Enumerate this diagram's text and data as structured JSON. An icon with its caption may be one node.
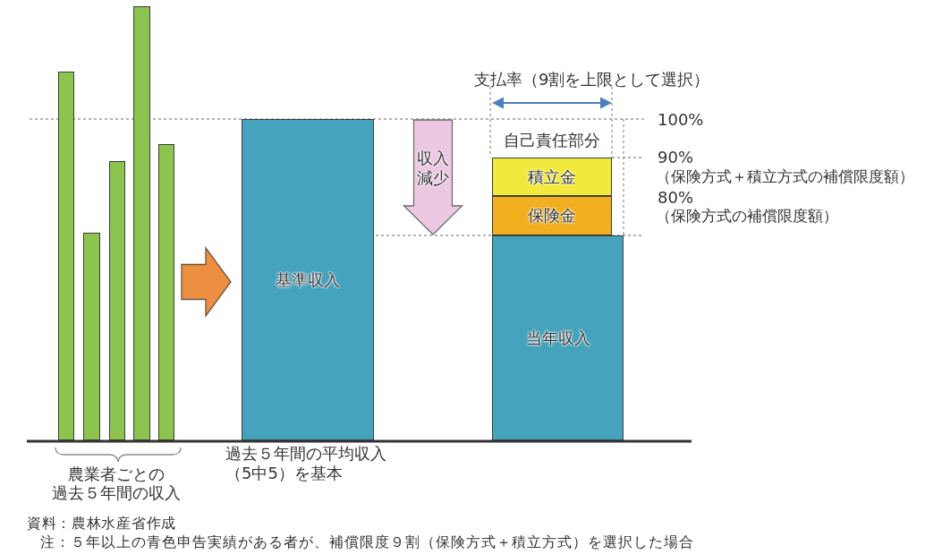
{
  "diagram": {
    "nodes": [
      {
        "text": [],
        "shape": "bar"
      },
      {
        "text": [],
        "shape": "bar"
      },
      {
        "text": [],
        "shape": "bar"
      },
      {
        "text": [],
        "shape": "bar"
      },
      {
        "text": [],
        "shape": "bar"
      },
      {
        "text": [
          "基準収入"
        ],
        "beside": [
          "過去５年間の平均収入（5中5）を基本"
        ]
      },
      {
        "text": [
          "積立金"
        ]
      },
      {
        "text": [
          "保険金"
        ]
      },
      {
        "text": [
          "当年収入"
        ]
      }
    ],
    "edges": [
      {
        "from": 4,
        "to": 5,
        "arrow": "to",
        "color": "#ec8f40"
      },
      {
        "from": 5,
        "to": 8,
        "arrow": "to",
        "label": "収入減少",
        "color": "#ecc8e2"
      }
    ],
    "labels": [
      "支払率（9割を上限として選択）",
      "100%",
      "自己責任部分",
      "90%",
      "（保険方式＋積立方式の補償限度額）",
      "80%",
      "（保険方式の補償限度額）",
      "農業者ごとの過去５年間の収入",
      "資料：農林水産省作成",
      "注：５年以上の青色申告実績がある者が、補償限度９割（保険方式＋積立方式）を選択した場合"
    ]
  }
}
